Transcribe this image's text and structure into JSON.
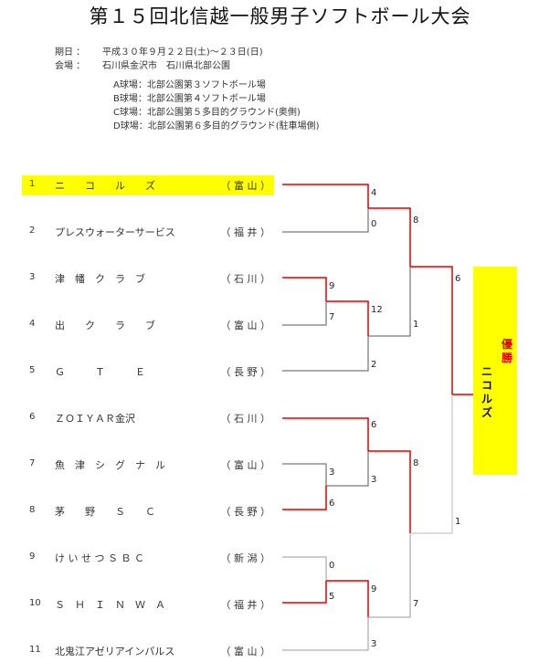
{
  "title": "第１５回北信越一般男子ソフトボール大会",
  "info": {
    "date_label": "期日 ：",
    "date_value": "平成３０年９月２２日(土)～２３日(日)",
    "venue_label": "会場 ：",
    "venue_value": "石川県金沢市　石川県北部公園",
    "fields": [
      "A球場：北部公園第３ソフトボール場",
      "B球場：北部公園第４ソフトボール場",
      "C球場：北部公園第５多目的グラウンド(奥側)",
      "D球場：北部公園第６多目的グラウンド(駐車場側)"
    ]
  },
  "teams": [
    {
      "num": "1",
      "name": "ニ　　コ　　ル　　ズ",
      "pref": "（ 富 山 ）",
      "highlight": true
    },
    {
      "num": "2",
      "name": "プレスウォーターサービス",
      "pref": "（ 福 井 ）"
    },
    {
      "num": "3",
      "name": "津　幡　ク　ラ　ブ",
      "pref": "（ 石 川 ）"
    },
    {
      "num": "4",
      "name": "出　　ク　　ラ　　ブ",
      "pref": "（ 富 山 ）"
    },
    {
      "num": "5",
      "name": "Ｇ　　　Ｔ　　　Ｅ",
      "pref": "（ 長 野 ）"
    },
    {
      "num": "6",
      "name": "ＺＯＩＹＡＲ金沢",
      "pref": "（ 石 川 ）"
    },
    {
      "num": "7",
      "name": "魚　津　シ　グ　ナ　ル",
      "pref": "（ 富 山 ）"
    },
    {
      "num": "8",
      "name": "茅　　野　　Ｓ　　Ｃ",
      "pref": "（ 長 野 ）"
    },
    {
      "num": "9",
      "name": "け い せ つ Ｓ Ｂ Ｃ",
      "pref": "（ 新 潟 ）"
    },
    {
      "num": "10",
      "name": "Ｓ　Ｈ　Ｉ　Ｎ　Ｗ　Ａ",
      "pref": "（ 福 井 ）"
    },
    {
      "num": "11",
      "name": "北鬼江アゼリアインパルス",
      "pref": "（ 富 山 ）"
    }
  ],
  "scores": {
    "r1_1": "4",
    "r1_2": "0",
    "r0_3": "9",
    "r0_4": "7",
    "r1_34": "12",
    "r1_5": "2",
    "r2_top": "8",
    "r2_bot": "1",
    "r1_6": "6",
    "r0_7": "3",
    "r0_8": "6",
    "r1_78": "3",
    "r2_678": "8",
    "r0_9": "0",
    "r0_10": "5",
    "r1_910": "9",
    "r1_11": "3",
    "r2_91011": "7",
    "sf_top": "6",
    "sf_bot": "1"
  },
  "champion": {
    "label": "優勝",
    "name": "ニコルズ"
  },
  "colors": {
    "winner_line": "#e00000",
    "loser_line": "#555555",
    "highlight": "#ffff00"
  }
}
